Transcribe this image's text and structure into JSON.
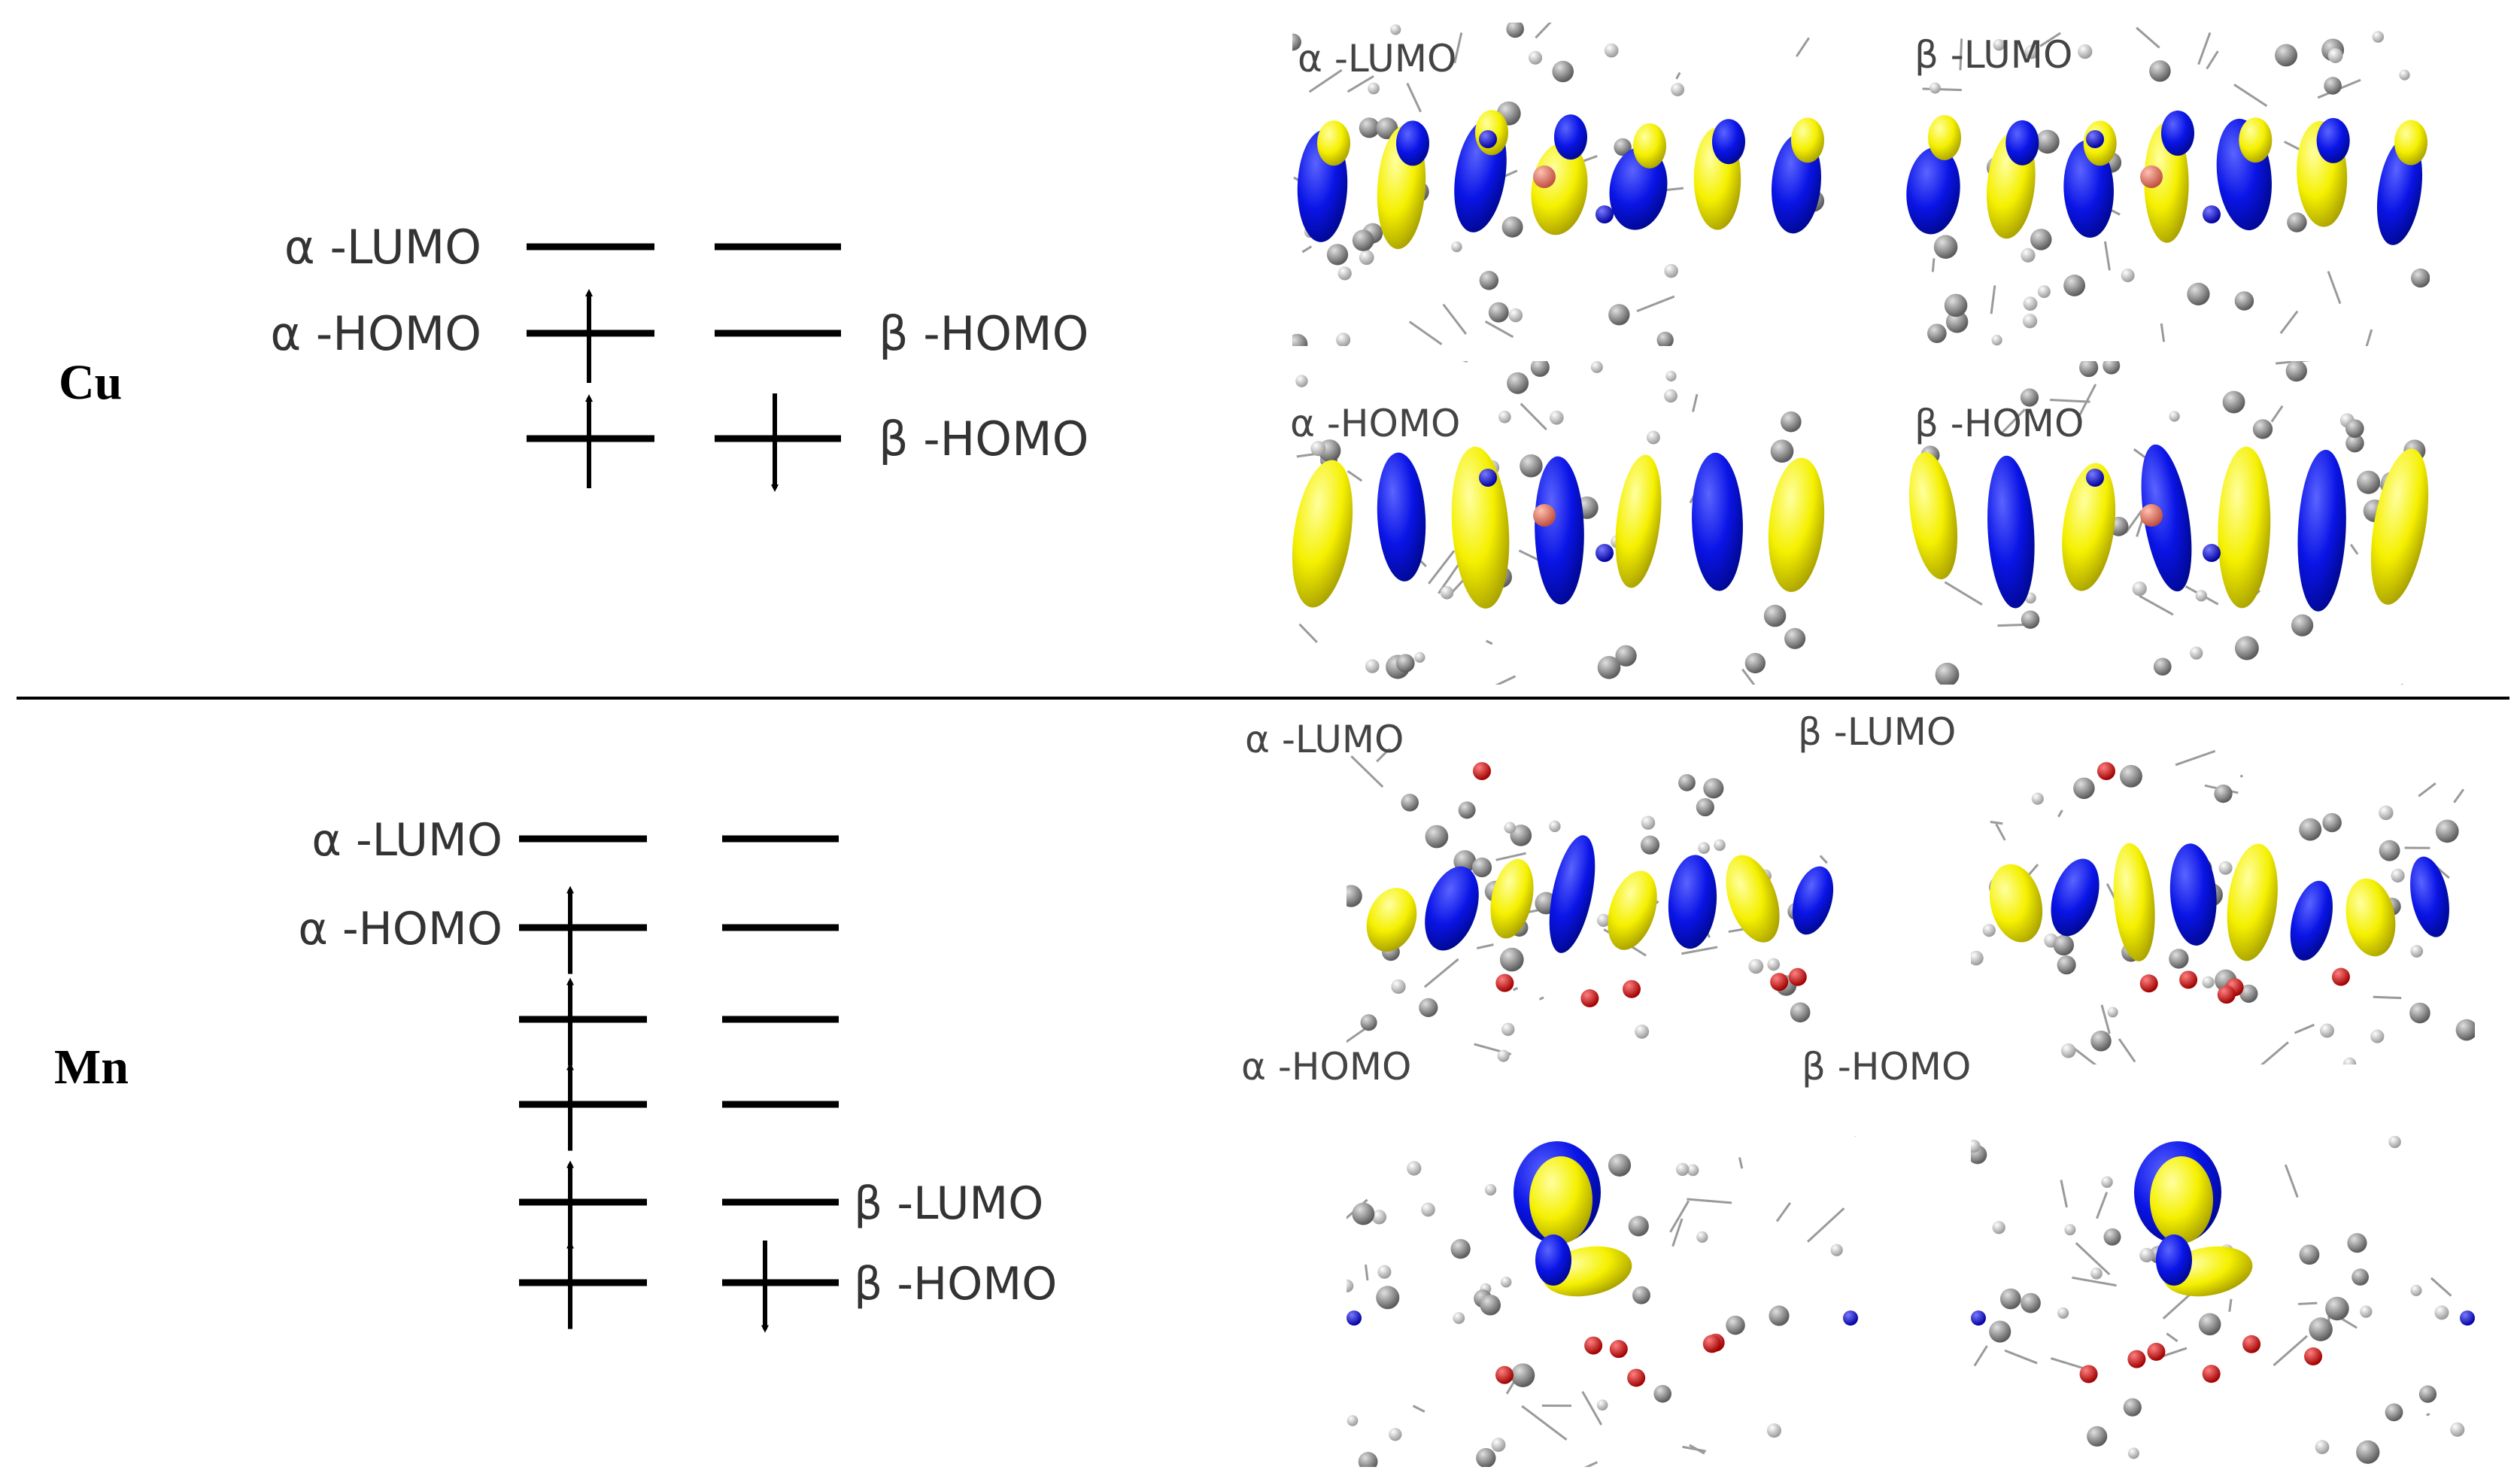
{
  "colors": {
    "positive_lobe": "#f5f000",
    "negative_lobe": "#0a14e6",
    "carbon": "#8c8c8c",
    "hydrogen": "#e6e6e6",
    "oxygen": "#e00000",
    "nitrogen": "#1a1ae0",
    "copper": "#e88070",
    "line": "#000000"
  },
  "panels": [
    {
      "metal": "Cu",
      "levels": [
        {
          "alpha_label": "α -LUMO",
          "beta_label": "",
          "alpha_electron": "none",
          "beta_electron": "none"
        },
        {
          "alpha_label": "α -HOMO",
          "beta_label": "β -HOMO",
          "alpha_electron": "up",
          "beta_electron": "none"
        },
        {
          "alpha_label": "",
          "beta_label": "β -HOMO",
          "alpha_electron": "up",
          "beta_electron": "down"
        }
      ],
      "orbital_images": [
        {
          "label": "α -LUMO",
          "icon": "lumo-orbital-icon"
        },
        {
          "label": "β -LUMO",
          "icon": "lumo-orbital-icon"
        },
        {
          "label": "α -HOMO",
          "icon": "homo-orbital-icon"
        },
        {
          "label": "β -HOMO",
          "icon": "homo-orbital-icon"
        }
      ]
    },
    {
      "metal": "Mn",
      "levels": [
        {
          "alpha_label": "α -LUMO",
          "beta_label": "",
          "alpha_electron": "none",
          "beta_electron": "none"
        },
        {
          "alpha_label": "α -HOMO",
          "beta_label": "",
          "alpha_electron": "up",
          "beta_electron": "none"
        },
        {
          "alpha_label": "",
          "beta_label": "",
          "alpha_electron": "up",
          "beta_electron": "none"
        },
        {
          "alpha_label": "",
          "beta_label": "",
          "alpha_electron": "up",
          "beta_electron": "none"
        },
        {
          "alpha_label": "",
          "beta_label": "β -LUMO",
          "alpha_electron": "up",
          "beta_electron": "none"
        },
        {
          "alpha_label": "",
          "beta_label": "β -HOMO",
          "alpha_electron": "up",
          "beta_electron": "down"
        }
      ],
      "orbital_images": [
        {
          "label": "α -LUMO",
          "icon": "lumo-orbital-icon"
        },
        {
          "label": "β -LUMO",
          "icon": "lumo-orbital-icon"
        },
        {
          "label": "α -HOMO",
          "icon": "homo-orbital-icon"
        },
        {
          "label": "β -HOMO",
          "icon": "homo-orbital-icon"
        }
      ]
    }
  ]
}
